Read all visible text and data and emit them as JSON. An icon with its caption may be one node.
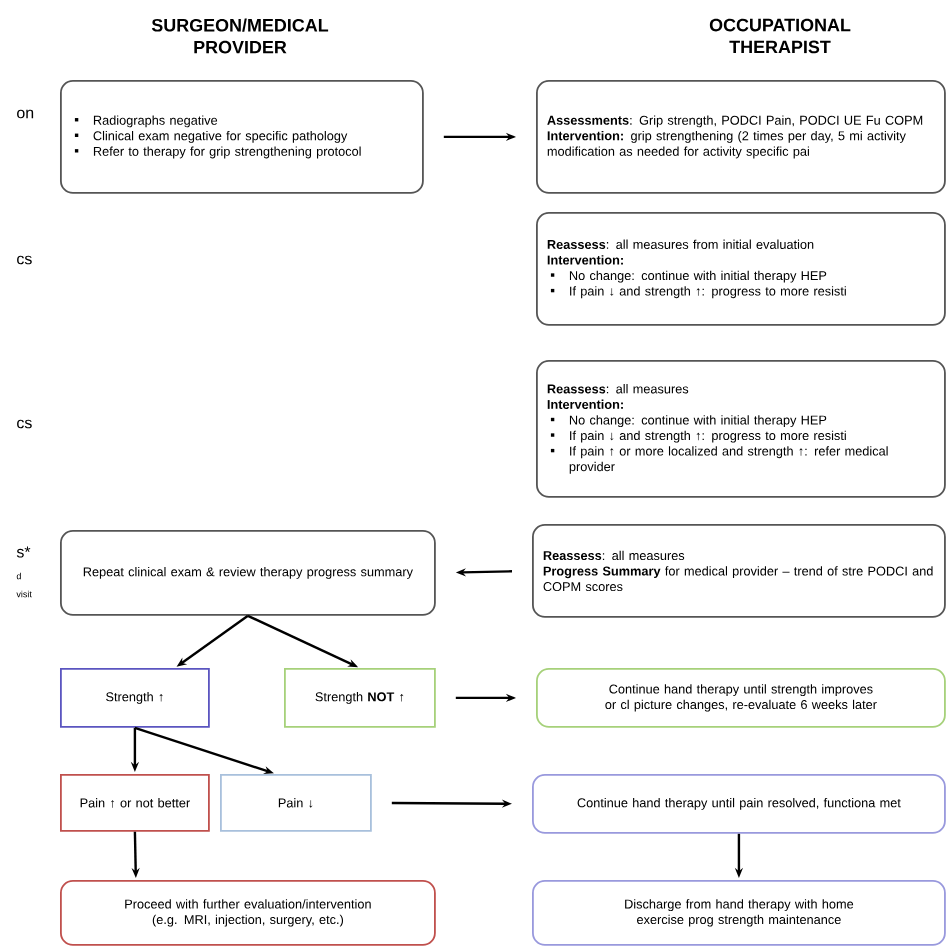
{
  "diagram": {
    "nodes": [
      {
        "text": [
          "Radiographs negative",
          "Clinical exam negative for specific pathology",
          "Refer to therapy for grip strengthening protocol"
        ]
      },
      {
        "text": [
          "**Assessments**: Grip strength, PODCI Pain, PODCI UE Fu COPM",
          "**Intervention:** grip strengthening (2 times per day, 5 mi activity modification as needed for activity specific pai"
        ]
      },
      {
        "text": [
          "**Reassess**: all measures from initial evaluation",
          "Intervention:",
          "No change: continue with initial therapy HEP",
          "If pain ↓ and strength ↑: progress to more resisti"
        ]
      },
      {
        "text": [
          "**Reassess**: all measures",
          "Intervention:",
          "No change: continue with initial therapy HEP",
          "If pain ↓ and strength ↑: progress to more resisti",
          "If pain ↑ or more localized and strength ↑: refer medical provider"
        ]
      },
      {
        "text": [
          "**Reassess**: all measures",
          "**Progress Summary** for medical provider – trend of stre PODCI and COPM scores"
        ]
      },
      {
        "text": [
          "Repeat clinical exam & review therapy progress summary"
        ]
      },
      {
        "text": [
          "Strength ↑"
        ]
      },
      {
        "text": [
          "Strength **NOT** ↑"
        ]
      },
      {
        "text": [
          "Continue hand therapy until strength improves or cl picture changes, re-evaluate 6 weeks later"
        ]
      },
      {
        "text": [
          "Pain ↑ or not better"
        ]
      },
      {
        "text": [
          "Pain ↓"
        ]
      },
      {
        "text": [
          "Continue hand therapy until pain resolved, functiona met"
        ]
      },
      {
        "text": [
          "Proceed with further evaluation/intervention (e.g. MRI, injection, surgery, etc.)"
        ]
      },
      {
        "text": [
          "Discharge from hand therapy with home exercise prog strength maintenance"
        ]
      }
    ],
    "edges": [
      {
        "from": 0,
        "to": 1,
        "arrow": "to"
      },
      {
        "from": 4,
        "to": 5,
        "arrow": "to"
      },
      {
        "from": 5,
        "to": 6,
        "arrow": "to"
      },
      {
        "from": 5,
        "to": 7,
        "arrow": "to"
      },
      {
        "from": 7,
        "to": 8,
        "arrow": "to"
      },
      {
        "from": 6,
        "to": 9,
        "arrow": "to"
      },
      {
        "from": 6,
        "to": 10,
        "arrow": "to"
      },
      {
        "from": 10,
        "to": 11,
        "arrow": "to"
      },
      {
        "from": 9,
        "to": 12,
        "arrow": "to"
      },
      {
        "from": 11,
        "to": 13,
        "arrow": "to"
      }
    ],
    "labels": [
      "SURGEON/MEDICAL PROVIDER",
      "OCCUPATIONAL THERAPIST",
      "on",
      "cs",
      "cs",
      "s*",
      "d",
      "visit"
    ]
  }
}
